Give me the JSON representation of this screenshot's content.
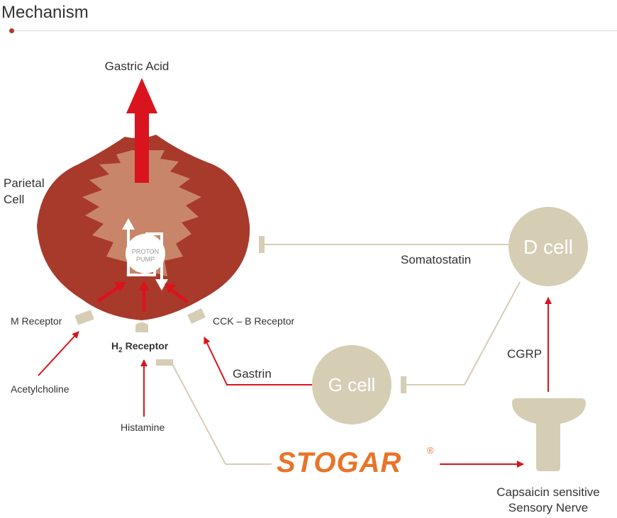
{
  "header": {
    "title": "Mechanism"
  },
  "labels": {
    "gastric_acid": "Gastric Acid",
    "parietal_cell_line1": "Parietal",
    "parietal_cell_line2": "Cell",
    "proton_line1": "PROTON",
    "proton_line2": "PUMP",
    "m_receptor": "M Receptor",
    "h2_prefix": "H",
    "h2_subscript": "2",
    "h2_suffix": " Receptor",
    "cck_receptor": "CCK – B Receptor",
    "acetylcholine": "Acetylcholine",
    "histamine": "Histamine",
    "gastrin": "Gastrin",
    "somatostatin": "Somatostatin",
    "d_cell": "D cell",
    "g_cell": "G cell",
    "cgrp": "CGRP",
    "stogar": "STOGAR",
    "registered": "®",
    "nerve_line1": "Capsaicin sensitive",
    "nerve_line2": "Sensory Nerve"
  },
  "colors": {
    "cell_body": "#a83a2c",
    "cell_inner": "#c8856a",
    "arrow_red": "#d9141e",
    "inhibit_tan": "#d6cdb5",
    "cell_circle": "#d6cdb5",
    "stogar": "#e8742a"
  }
}
